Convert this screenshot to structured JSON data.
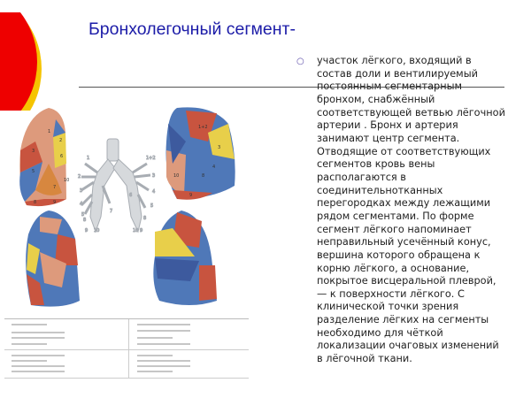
{
  "slide": {
    "title": "Бронхолегочный сегмент-",
    "bullet_icon": "hollow-circle-bullet",
    "body": "участок лёгкого, входящий в состав доли и вентилируемый постоянным сегментарным бронхом, снабжённый соответствующей ветвью лёгочной артерии . Бронх и артерия занимают центр сегмента. Отводящие от соответствующих сегментов кровь вены располагаются в соединительнотканных перегородках между лежащими рядом сегментами. По форме сегмент лёгкого напоминает неправильный усечённый конус, вершина которого обращена к корню лёгкого, а основание, покрытое висцеральной плеврой, — к поверхности лёгкого. С клинической точки зрения разделение лёгких на сегменты необходимо для чёткой локализации очаговых изменений в лёгочной ткани."
  },
  "colors": {
    "title": "#1c1ca8",
    "deco_red": "#ee0000",
    "deco_yellow": "#f5c400",
    "segment_red": "#c8543f",
    "segment_blue": "#4f78b8",
    "segment_yellow": "#e8cf4a",
    "segment_peach": "#dd9a7c"
  },
  "figure": {
    "labels_right_lung_lateral": [
      "1",
      "2",
      "3",
      "6",
      "5",
      "7",
      "10",
      "8",
      "9"
    ],
    "labels_left_lung_lateral": [
      "1+2",
      "3",
      "4",
      "10",
      "8",
      "9"
    ],
    "labels_bronchi_right": [
      "1",
      "2",
      "3",
      "4",
      "5",
      "6",
      "7",
      "8",
      "9",
      "10"
    ],
    "labels_bronchi_left": [
      "1+2",
      "3",
      "4",
      "5",
      "6",
      "8",
      "9",
      "10"
    ]
  }
}
